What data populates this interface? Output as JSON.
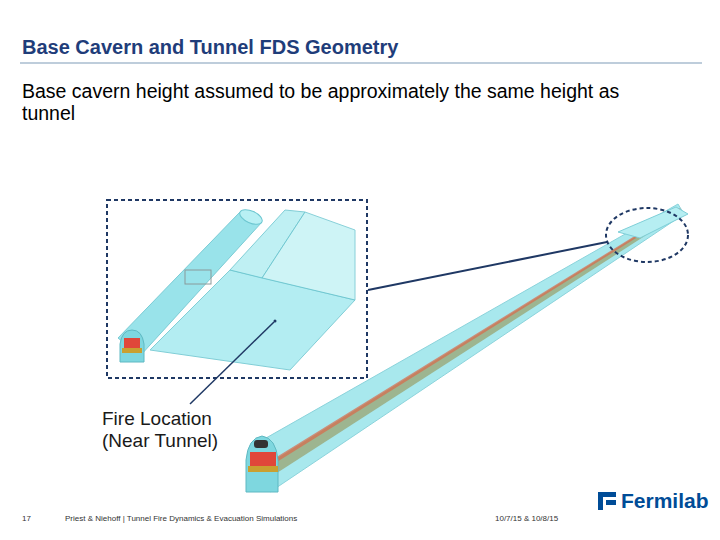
{
  "diagram": {
    "title": "Base Cavern and Tunnel FDS Geometry",
    "labels": [
      "Base cavern height assumed to be approximately the same height as tunnel",
      "Fire Location (Near Tunnel)",
      "17",
      "Priest & Niehoff | Tunnel Fire Dynamics & Evacuation Simulations",
      "10/7/15 & 10/8/15",
      "Fermilab"
    ]
  }
}
